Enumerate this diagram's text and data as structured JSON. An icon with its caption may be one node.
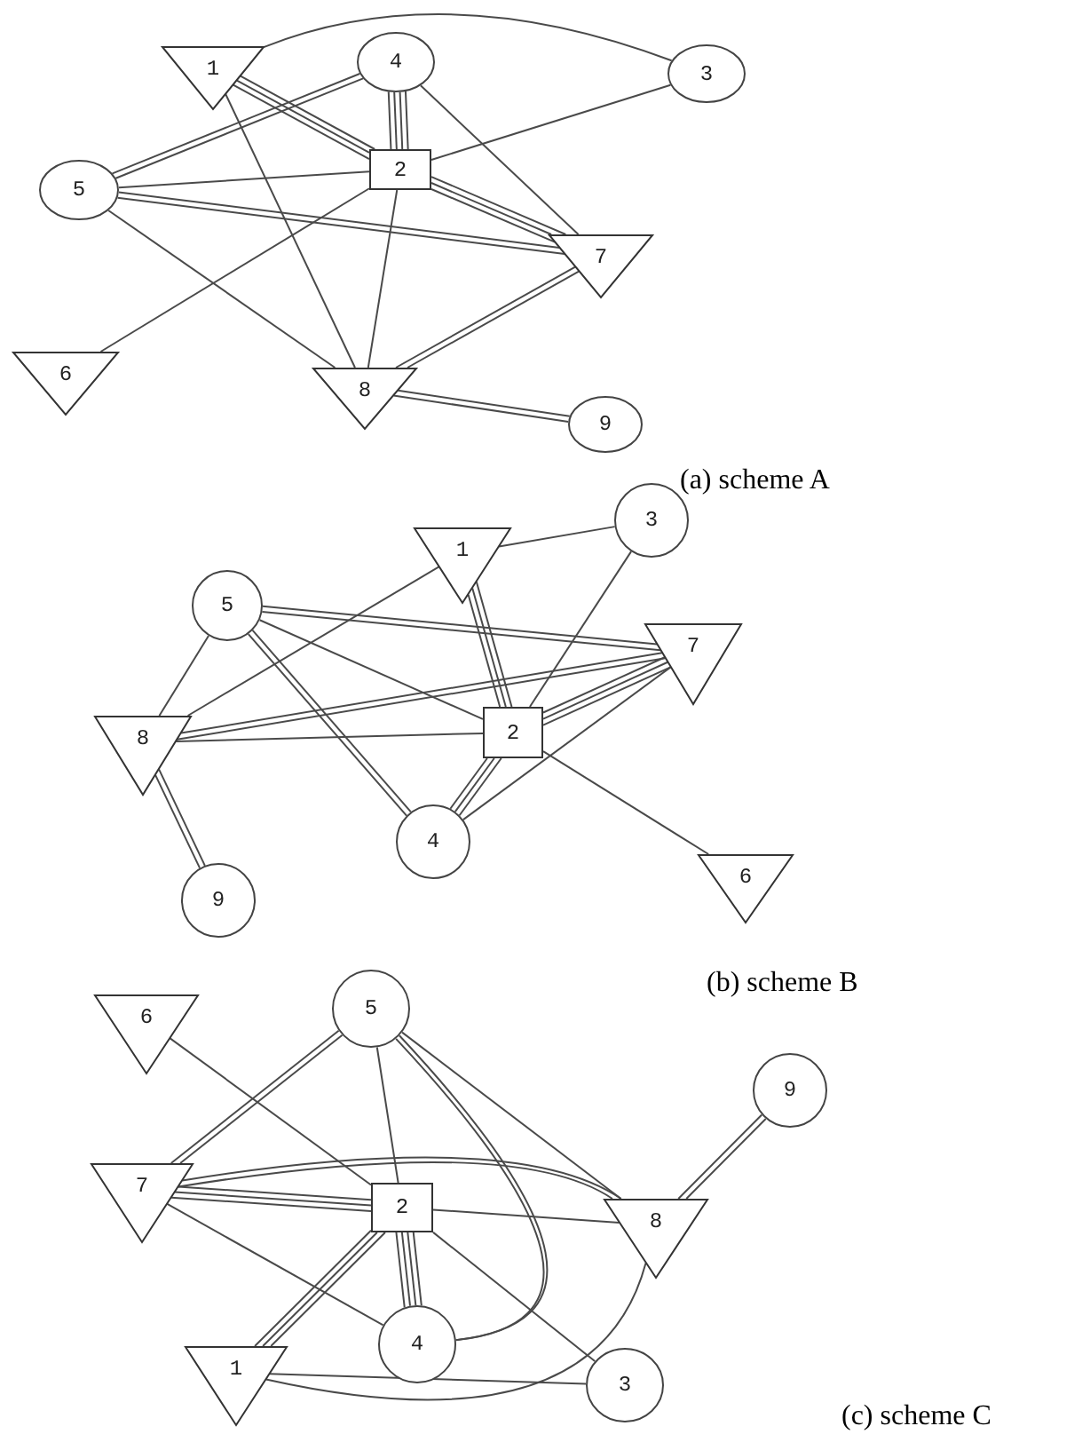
{
  "diagram": {
    "nodes": [
      {
        "text": [
          "1"
        ]
      },
      {
        "text": [
          "2"
        ]
      },
      {
        "text": [
          "3"
        ]
      },
      {
        "text": [
          "4"
        ]
      },
      {
        "text": [
          "5"
        ]
      },
      {
        "text": [
          "6"
        ]
      },
      {
        "text": [
          "7"
        ]
      },
      {
        "text": [
          "8"
        ]
      },
      {
        "text": [
          "9"
        ]
      },
      {
        "text": [
          "1"
        ]
      },
      {
        "text": [
          "2"
        ]
      },
      {
        "text": [
          "3"
        ]
      },
      {
        "text": [
          "4"
        ]
      },
      {
        "text": [
          "5"
        ]
      },
      {
        "text": [
          "6"
        ]
      },
      {
        "text": [
          "7"
        ]
      },
      {
        "text": [
          "8"
        ]
      },
      {
        "text": [
          "9"
        ]
      },
      {
        "text": [
          "1"
        ]
      },
      {
        "text": [
          "2"
        ]
      },
      {
        "text": [
          "3"
        ]
      },
      {
        "text": [
          "4"
        ]
      },
      {
        "text": [
          "5"
        ]
      },
      {
        "text": [
          "6"
        ]
      },
      {
        "text": [
          "7"
        ]
      },
      {
        "text": [
          "8"
        ]
      },
      {
        "text": [
          "9"
        ]
      }
    ],
    "edges": [
      {
        "from": 0,
        "to": 2,
        "arrow": "none"
      },
      {
        "from": 0,
        "to": 1,
        "arrow": "none"
      },
      {
        "from": 0,
        "to": 1,
        "arrow": "none"
      },
      {
        "from": 0,
        "to": 1,
        "arrow": "none"
      },
      {
        "from": 0,
        "to": 7,
        "arrow": "none"
      },
      {
        "from": 3,
        "to": 1,
        "arrow": "none"
      },
      {
        "from": 3,
        "to": 1,
        "arrow": "none"
      },
      {
        "from": 3,
        "to": 1,
        "arrow": "none"
      },
      {
        "from": 3,
        "to": 1,
        "arrow": "none"
      },
      {
        "from": 3,
        "to": 4,
        "arrow": "none"
      },
      {
        "from": 3,
        "to": 4,
        "arrow": "none"
      },
      {
        "from": 3,
        "to": 6,
        "arrow": "none"
      },
      {
        "from": 2,
        "to": 1,
        "arrow": "none"
      },
      {
        "from": 4,
        "to": 1,
        "arrow": "none"
      },
      {
        "from": 4,
        "to": 6,
        "arrow": "none"
      },
      {
        "from": 4,
        "to": 6,
        "arrow": "none"
      },
      {
        "from": 4,
        "to": 7,
        "arrow": "none"
      },
      {
        "from": 1,
        "to": 6,
        "arrow": "none"
      },
      {
        "from": 1,
        "to": 6,
        "arrow": "none"
      },
      {
        "from": 1,
        "to": 6,
        "arrow": "none"
      },
      {
        "from": 1,
        "to": 5,
        "arrow": "none"
      },
      {
        "from": 1,
        "to": 7,
        "arrow": "none"
      },
      {
        "from": 6,
        "to": 7,
        "arrow": "none"
      },
      {
        "from": 6,
        "to": 7,
        "arrow": "none"
      },
      {
        "from": 7,
        "to": 8,
        "arrow": "none"
      },
      {
        "from": 7,
        "to": 8,
        "arrow": "none"
      },
      {
        "from": 9,
        "to": 11,
        "arrow": "none"
      },
      {
        "from": 13,
        "to": 15,
        "arrow": "none"
      },
      {
        "from": 13,
        "to": 15,
        "arrow": "none"
      },
      {
        "from": 9,
        "to": 16,
        "arrow": "none"
      },
      {
        "from": 9,
        "to": 10,
        "arrow": "none"
      },
      {
        "from": 9,
        "to": 10,
        "arrow": "none"
      },
      {
        "from": 9,
        "to": 10,
        "arrow": "none"
      },
      {
        "from": 11,
        "to": 10,
        "arrow": "none"
      },
      {
        "from": 13,
        "to": 16,
        "arrow": "none"
      },
      {
        "from": 13,
        "to": 10,
        "arrow": "none"
      },
      {
        "from": 13,
        "to": 12,
        "arrow": "none"
      },
      {
        "from": 13,
        "to": 12,
        "arrow": "none"
      },
      {
        "from": 16,
        "to": 15,
        "arrow": "none"
      },
      {
        "from": 16,
        "to": 15,
        "arrow": "none"
      },
      {
        "from": 16,
        "to": 10,
        "arrow": "none"
      },
      {
        "from": 16,
        "to": 17,
        "arrow": "none"
      },
      {
        "from": 16,
        "to": 17,
        "arrow": "none"
      },
      {
        "from": 10,
        "to": 15,
        "arrow": "none"
      },
      {
        "from": 10,
        "to": 15,
        "arrow": "none"
      },
      {
        "from": 10,
        "to": 15,
        "arrow": "none"
      },
      {
        "from": 10,
        "to": 12,
        "arrow": "none"
      },
      {
        "from": 10,
        "to": 12,
        "arrow": "none"
      },
      {
        "from": 10,
        "to": 12,
        "arrow": "none"
      },
      {
        "from": 10,
        "to": 14,
        "arrow": "none"
      },
      {
        "from": 12,
        "to": 15,
        "arrow": "none"
      },
      {
        "from": 23,
        "to": 19,
        "arrow": "none"
      },
      {
        "from": 22,
        "to": 24,
        "arrow": "none"
      },
      {
        "from": 22,
        "to": 24,
        "arrow": "none"
      },
      {
        "from": 22,
        "to": 19,
        "arrow": "none"
      },
      {
        "from": 22,
        "to": 21,
        "arrow": "none"
      },
      {
        "from": 22,
        "to": 21,
        "arrow": "none"
      },
      {
        "from": 22,
        "to": 25,
        "arrow": "none"
      },
      {
        "from": 26,
        "to": 25,
        "arrow": "none"
      },
      {
        "from": 26,
        "to": 25,
        "arrow": "none"
      },
      {
        "from": 24,
        "to": 25,
        "arrow": "none"
      },
      {
        "from": 24,
        "to": 25,
        "arrow": "none"
      },
      {
        "from": 24,
        "to": 19,
        "arrow": "none"
      },
      {
        "from": 24,
        "to": 19,
        "arrow": "none"
      },
      {
        "from": 24,
        "to": 19,
        "arrow": "none"
      },
      {
        "from": 24,
        "to": 21,
        "arrow": "none"
      },
      {
        "from": 19,
        "to": 25,
        "arrow": "none"
      },
      {
        "from": 19,
        "to": 18,
        "arrow": "none"
      },
      {
        "from": 19,
        "to": 18,
        "arrow": "none"
      },
      {
        "from": 19,
        "to": 18,
        "arrow": "none"
      },
      {
        "from": 19,
        "to": 21,
        "arrow": "none"
      },
      {
        "from": 19,
        "to": 21,
        "arrow": "none"
      },
      {
        "from": 19,
        "to": 21,
        "arrow": "none"
      },
      {
        "from": 19,
        "to": 21,
        "arrow": "none"
      },
      {
        "from": 19,
        "to": 20,
        "arrow": "none"
      },
      {
        "from": 18,
        "to": 20,
        "arrow": "none"
      },
      {
        "from": 18,
        "to": 25,
        "arrow": "none"
      }
    ],
    "labels": [
      "(a) scheme A",
      "(b) scheme B",
      "(c) scheme C"
    ]
  }
}
